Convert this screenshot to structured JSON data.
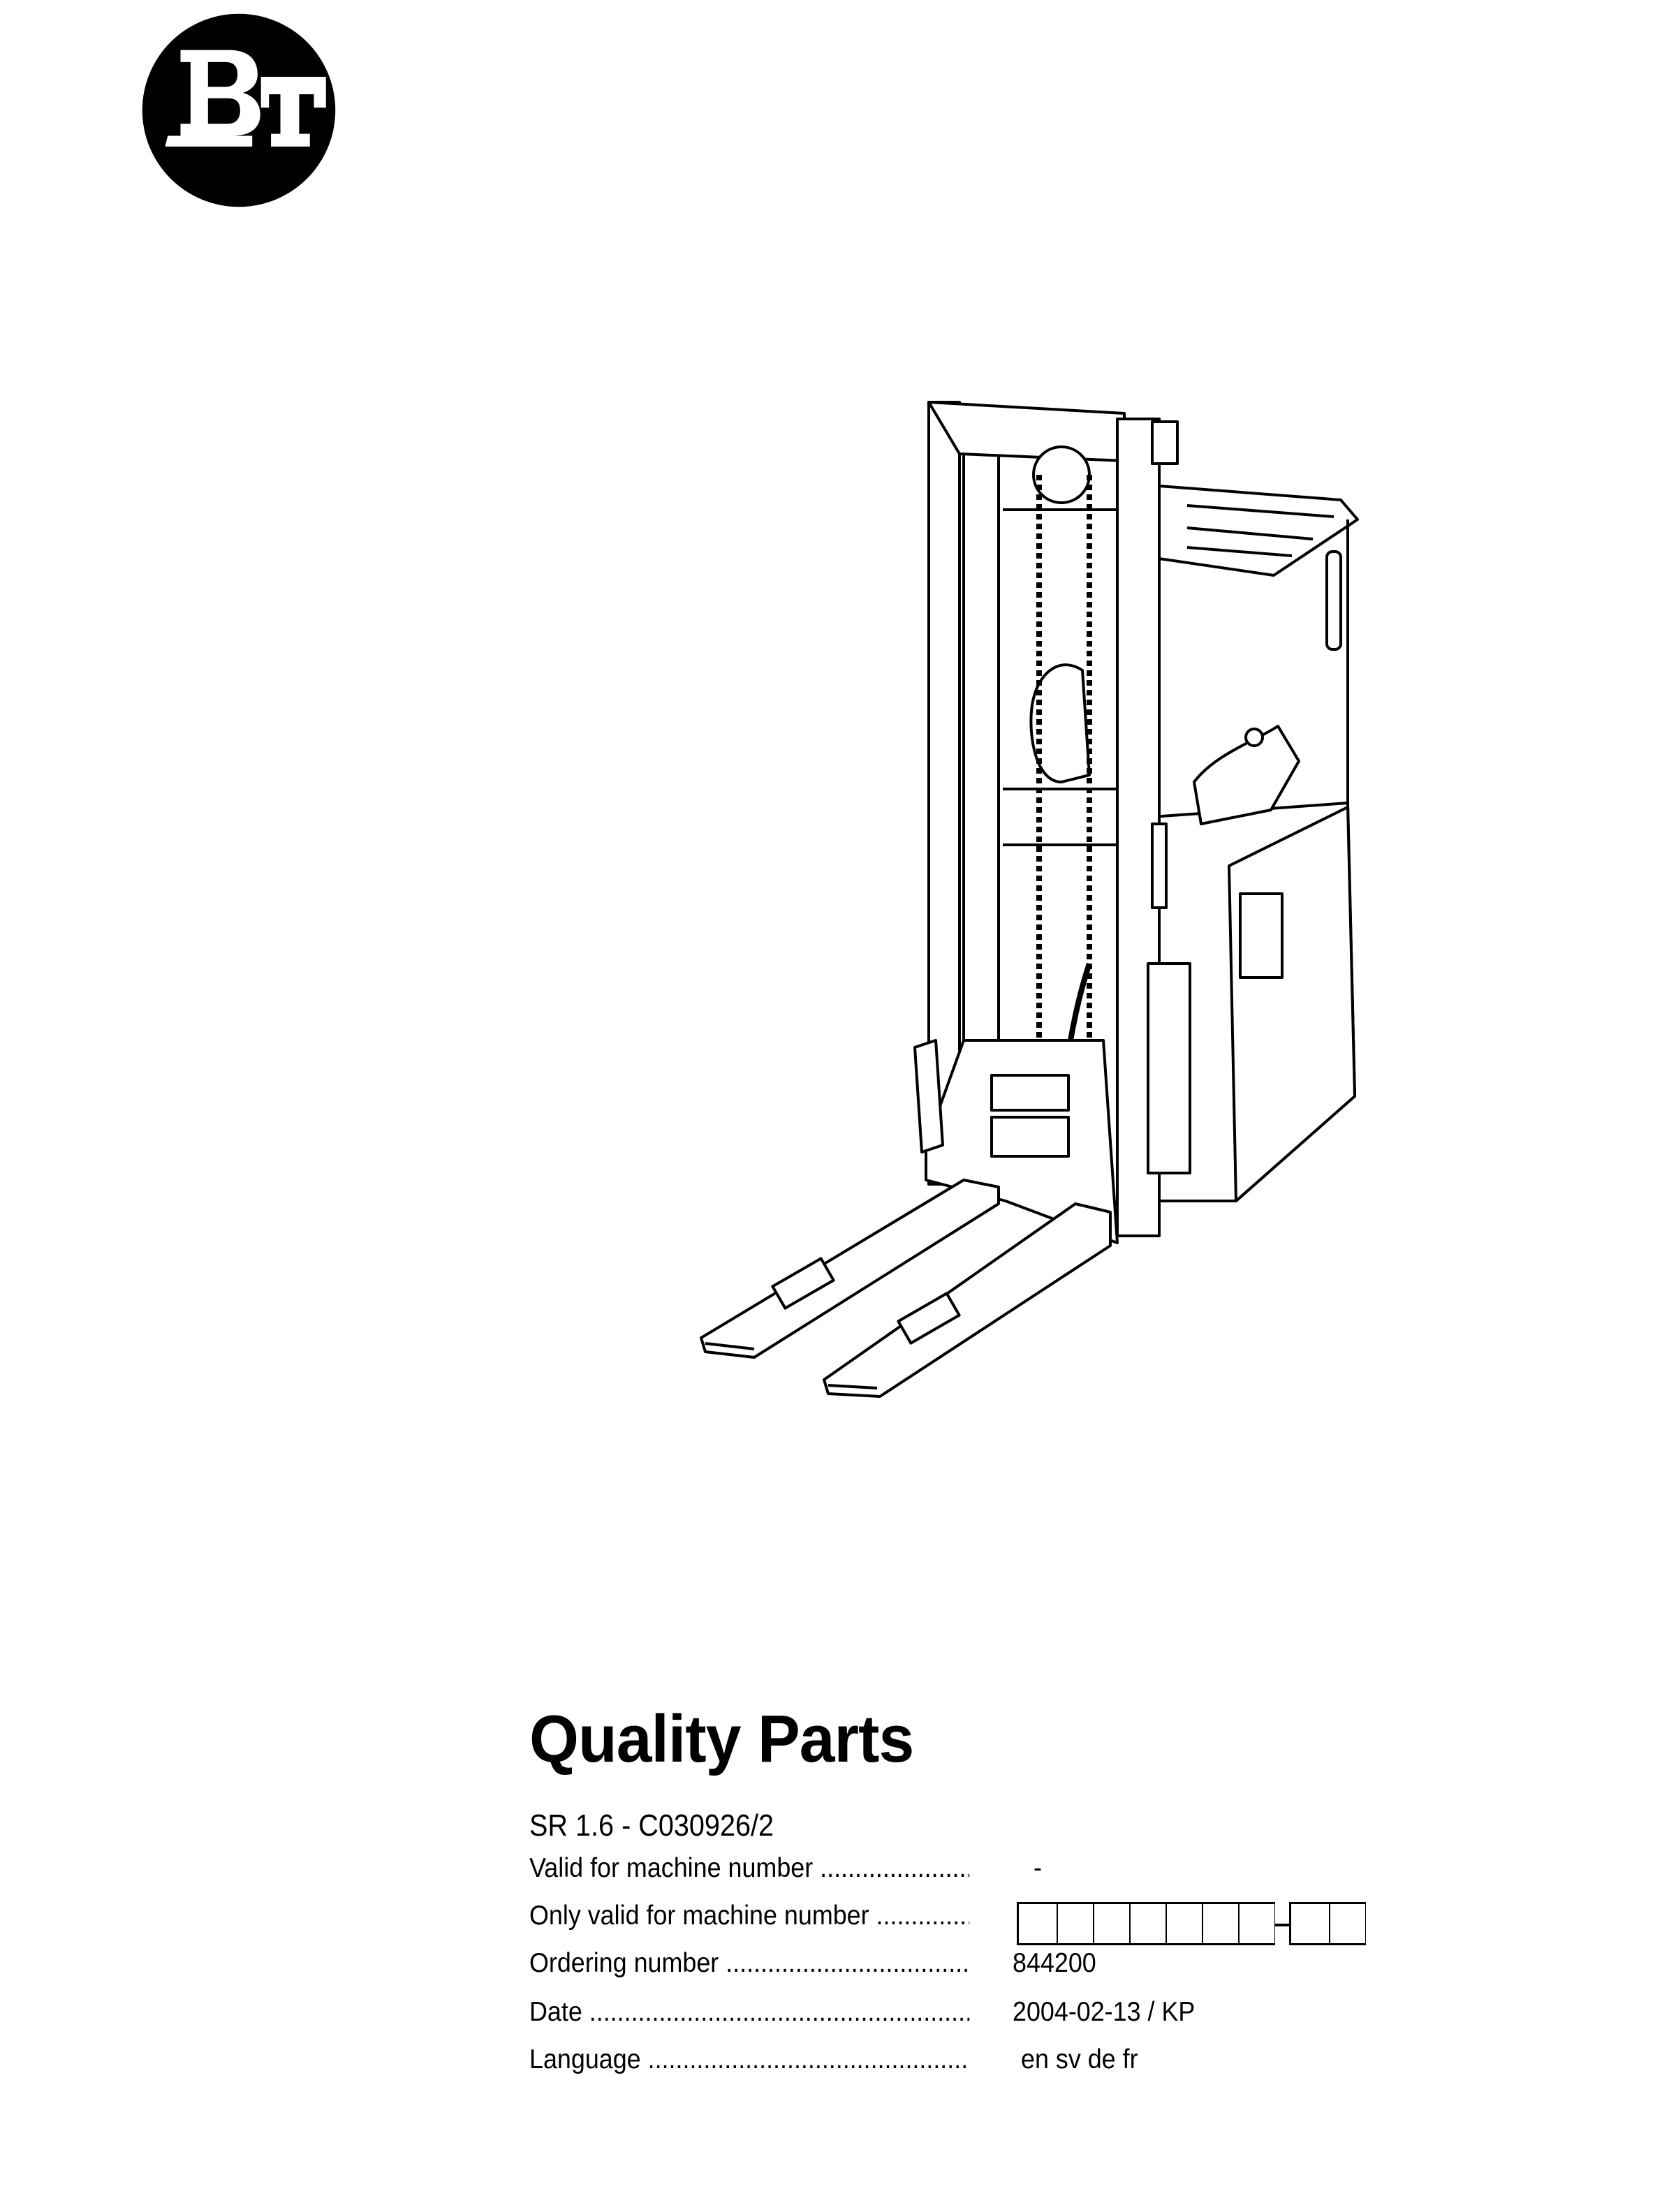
{
  "logo": {
    "text": "BT"
  },
  "title": "Quality Parts",
  "subtitle": "SR 1.6 - C030926/2",
  "fields": [
    {
      "label": "Valid for machine number",
      "value": "-"
    },
    {
      "label": "Only valid for machine number",
      "value": ""
    },
    {
      "label": "Ordering number",
      "value": "844200"
    },
    {
      "label": "Date",
      "value": "2004-02-13 / KP"
    },
    {
      "label": "Language",
      "value": "en sv de fr"
    }
  ],
  "machine_number_boxes": {
    "before_dash": 7,
    "after_dash": 2
  }
}
